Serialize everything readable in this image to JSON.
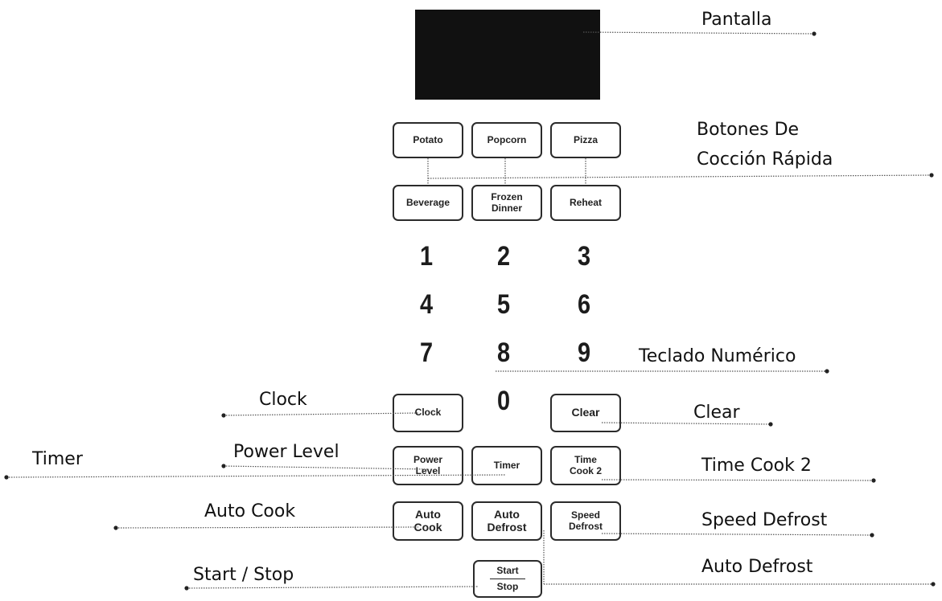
{
  "keys": {
    "potato": "Potato",
    "popcorn": "Popcorn",
    "pizza": "Pizza",
    "beverage": "Beverage",
    "frozen_dinner": [
      "Frozen",
      "Dinner"
    ],
    "reheat": "Reheat",
    "clock": "Clock",
    "clear": "Clear",
    "power_level": [
      "Power",
      "Level"
    ],
    "timer": "Timer",
    "time_cook_2": [
      "Time",
      "Cook 2"
    ],
    "auto_cook": [
      "Auto",
      "Cook"
    ],
    "auto_defrost": [
      "Auto",
      "Defrost"
    ],
    "speed_defrost": [
      "Speed",
      "Defrost"
    ],
    "start_stop": [
      "Start",
      "Stop"
    ]
  },
  "numbers": [
    "1",
    "2",
    "3",
    "4",
    "5",
    "6",
    "7",
    "8",
    "9",
    "0"
  ],
  "labels": {
    "pantalla": "Pantalla",
    "botones_line1": "Botones De",
    "botones_line2": "Cocción Rápida",
    "teclado": "Teclado Numérico",
    "clock": "Clock",
    "clear": "Clear",
    "timer": "Timer",
    "power_level": "Power Level",
    "time_cook_2": "Time Cook 2",
    "auto_cook": "Auto Cook",
    "speed_defrost": "Speed Defrost",
    "start_stop": "Start / Stop",
    "auto_defrost": "Auto Defrost"
  }
}
